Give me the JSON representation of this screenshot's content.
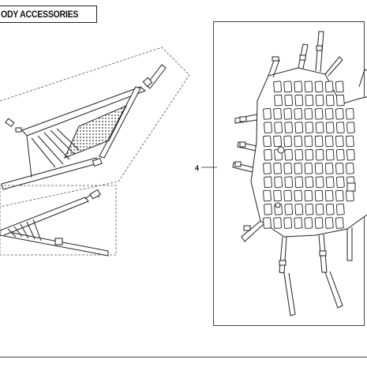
{
  "header": {
    "title": "ODY ACCESSORIES"
  },
  "callouts": [
    {
      "label": "4"
    }
  ],
  "colors": {
    "line": "#222222",
    "paper": "#ffffff",
    "mesh": "#333333"
  },
  "icons": [
    "cargo-net-diagram",
    "window-net-diagram",
    "lower-net-diagram",
    "buckle-icon"
  ]
}
